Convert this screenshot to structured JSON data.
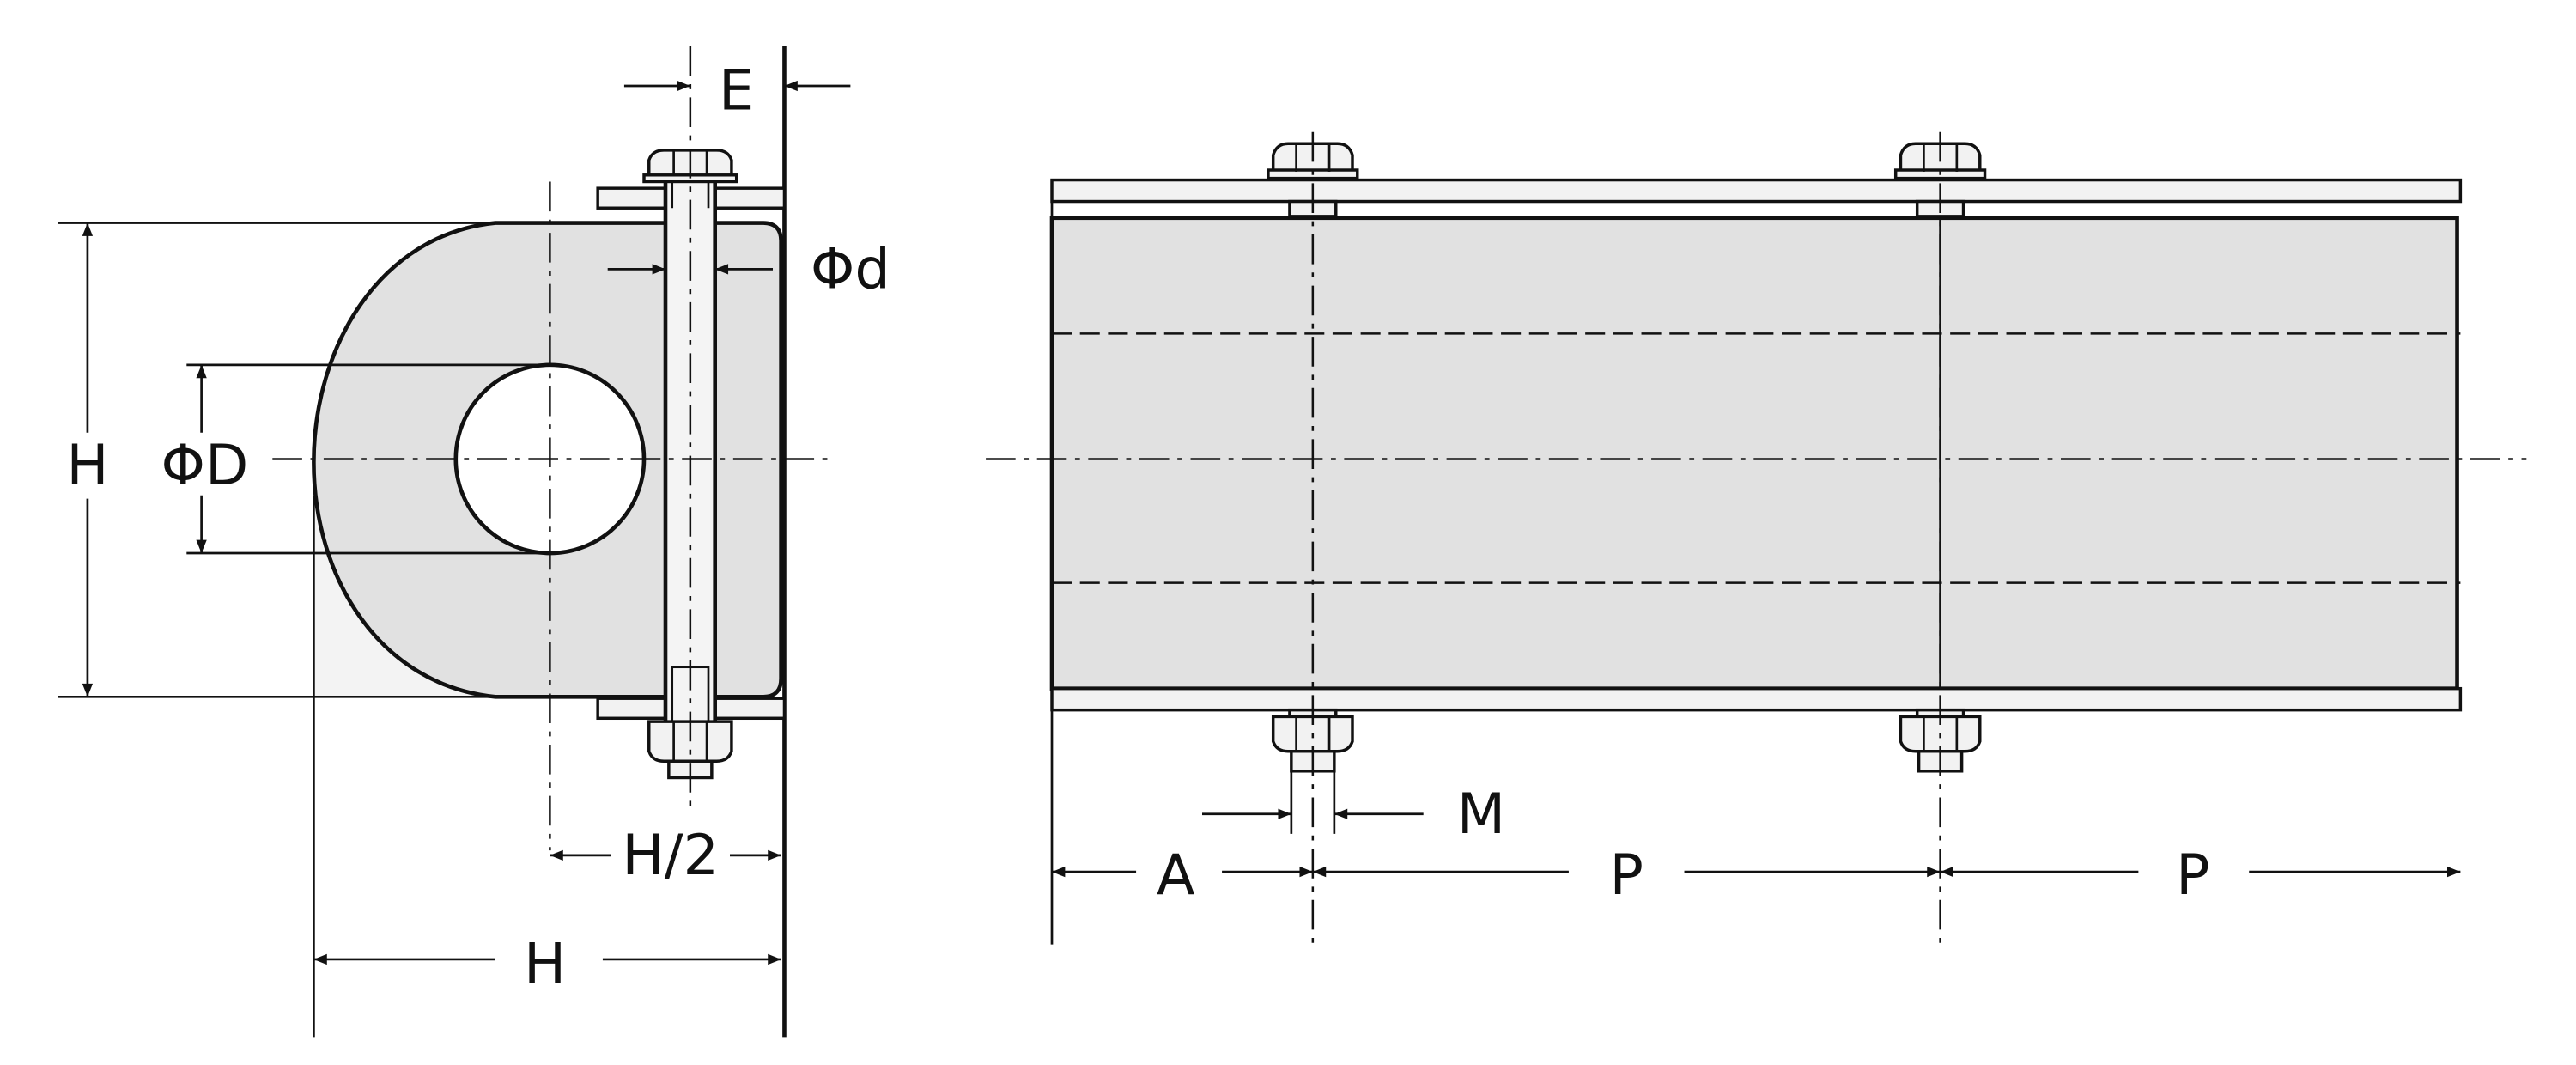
{
  "diagram": {
    "side_view": {
      "labels": {
        "height": "H",
        "hole_diameter": "ΦD",
        "bolt_offset": "E",
        "bolt_diameter": "Φd",
        "half_height": "H/2",
        "width": "H"
      }
    },
    "front_view": {
      "labels": {
        "nut_width": "M",
        "start_offset": "A",
        "pitch_1": "P",
        "pitch_2": "P"
      }
    },
    "colors": {
      "fill": "#e1e1e1",
      "line": "#111111"
    }
  }
}
